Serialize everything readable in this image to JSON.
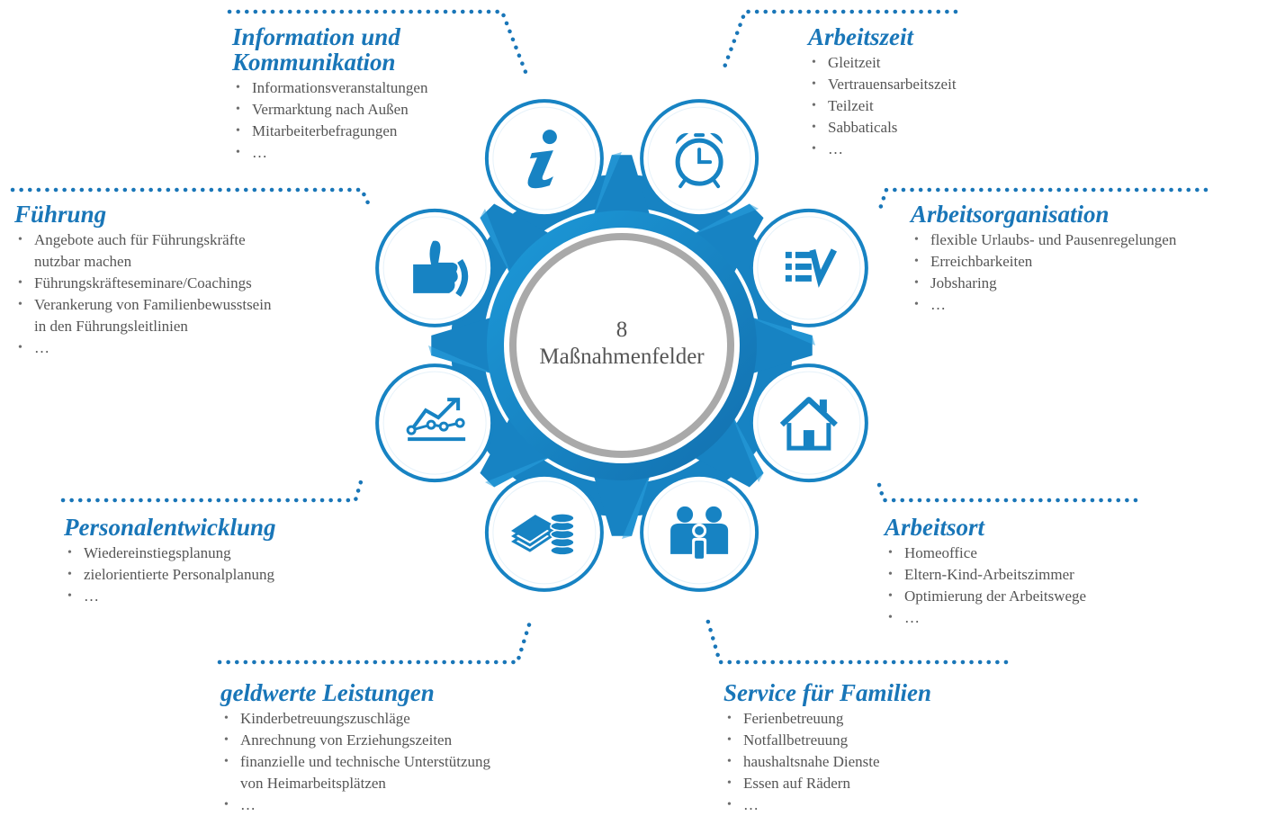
{
  "center": {
    "number": "8",
    "label": "Maßnahmenfelder"
  },
  "colors": {
    "accent": "#1976b8",
    "ring_blue": "#1b8ccc",
    "ring_gray": "#a9a9a9",
    "text": "#555555"
  },
  "fields": [
    {
      "id": "info",
      "icon": "info-icon",
      "title": "Information und Kommunikation",
      "items": [
        "Informationsveranstaltungen",
        "Vermarktung nach Außen",
        "Mitarbeiterbefragungen",
        "…"
      ]
    },
    {
      "id": "zeit",
      "icon": "alarm-clock-icon",
      "title": "Arbeitszeit",
      "items": [
        "Gleitzeit",
        "Vertrauensarbeitszeit",
        "Teilzeit",
        "Sabbaticals",
        "…"
      ]
    },
    {
      "id": "org",
      "icon": "checklist-icon",
      "title": "Arbeitsorganisation",
      "items": [
        "flexible Urlaubs- und Pausenregelungen",
        "Erreichbarkeiten",
        "Jobsharing",
        "…"
      ]
    },
    {
      "id": "ort",
      "icon": "house-icon",
      "title": "Arbeitsort",
      "items": [
        "Homeoffice",
        "Eltern-Kind-Arbeitszimmer",
        "Optimierung der Arbeitswege",
        "…"
      ]
    },
    {
      "id": "service",
      "icon": "family-icon",
      "title": "Service für Familien",
      "items": [
        "Ferienbetreuung",
        "Notfallbetreuung",
        "haushaltsnahe Dienste",
        "Essen auf Rädern",
        "…"
      ]
    },
    {
      "id": "geld",
      "icon": "money-icon",
      "title": "geldwerte Leistungen",
      "items": [
        "Kinderbetreuungszuschläge",
        "Anrechnung von Erziehungszeiten",
        "finanzielle und technische Unterstützung",
        "von Heimarbeitsplätzen",
        "…"
      ]
    },
    {
      "id": "pe",
      "icon": "growth-chart-icon",
      "title": "Personalentwicklung",
      "items": [
        "Wiedereinstiegsplanung",
        "zielorientierte Personalplanung",
        "…"
      ]
    },
    {
      "id": "fuehrung",
      "icon": "thumbs-up-icon",
      "title": "Führung",
      "items": [
        "Angebote auch für Führungskräfte",
        "nutzbar machen",
        "Führungskräfteseminare/Coachings",
        "Verankerung von Familienbewusstsein",
        "in den Führungsleitlinien",
        "…"
      ]
    }
  ]
}
